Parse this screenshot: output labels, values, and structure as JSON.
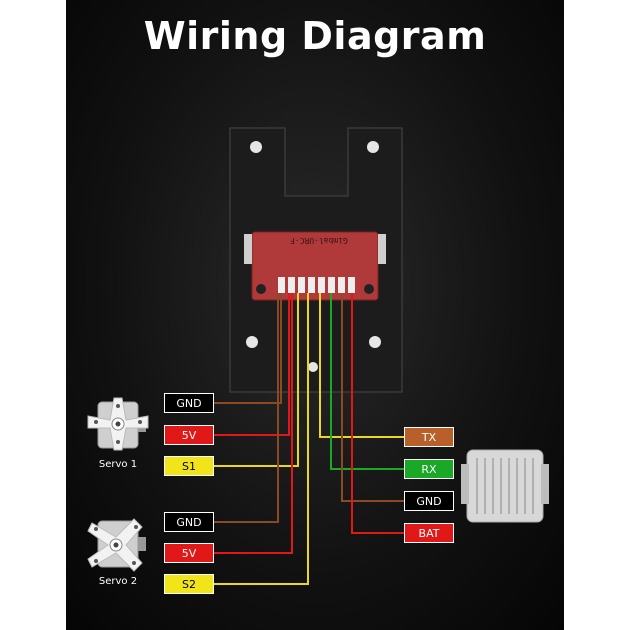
{
  "title": "Wiring Diagram",
  "board_label": "Gimbal-URC-F",
  "servo1": {
    "name": "Servo 1",
    "pins": [
      "GND",
      "5V",
      "S1"
    ]
  },
  "servo2": {
    "name": "Servo 2",
    "pins": [
      "GND",
      "5V",
      "S2"
    ]
  },
  "receiver": {
    "pins": [
      "TX",
      "RX",
      "GND",
      "BAT"
    ]
  },
  "colors": {
    "gnd_wire": "#8b4a22",
    "power_wire": "#e01818",
    "signal_wire": "#e8d820",
    "tx_wire": "#e8d820",
    "rx_wire": "#1aa826",
    "bat_wire": "#e01818"
  }
}
